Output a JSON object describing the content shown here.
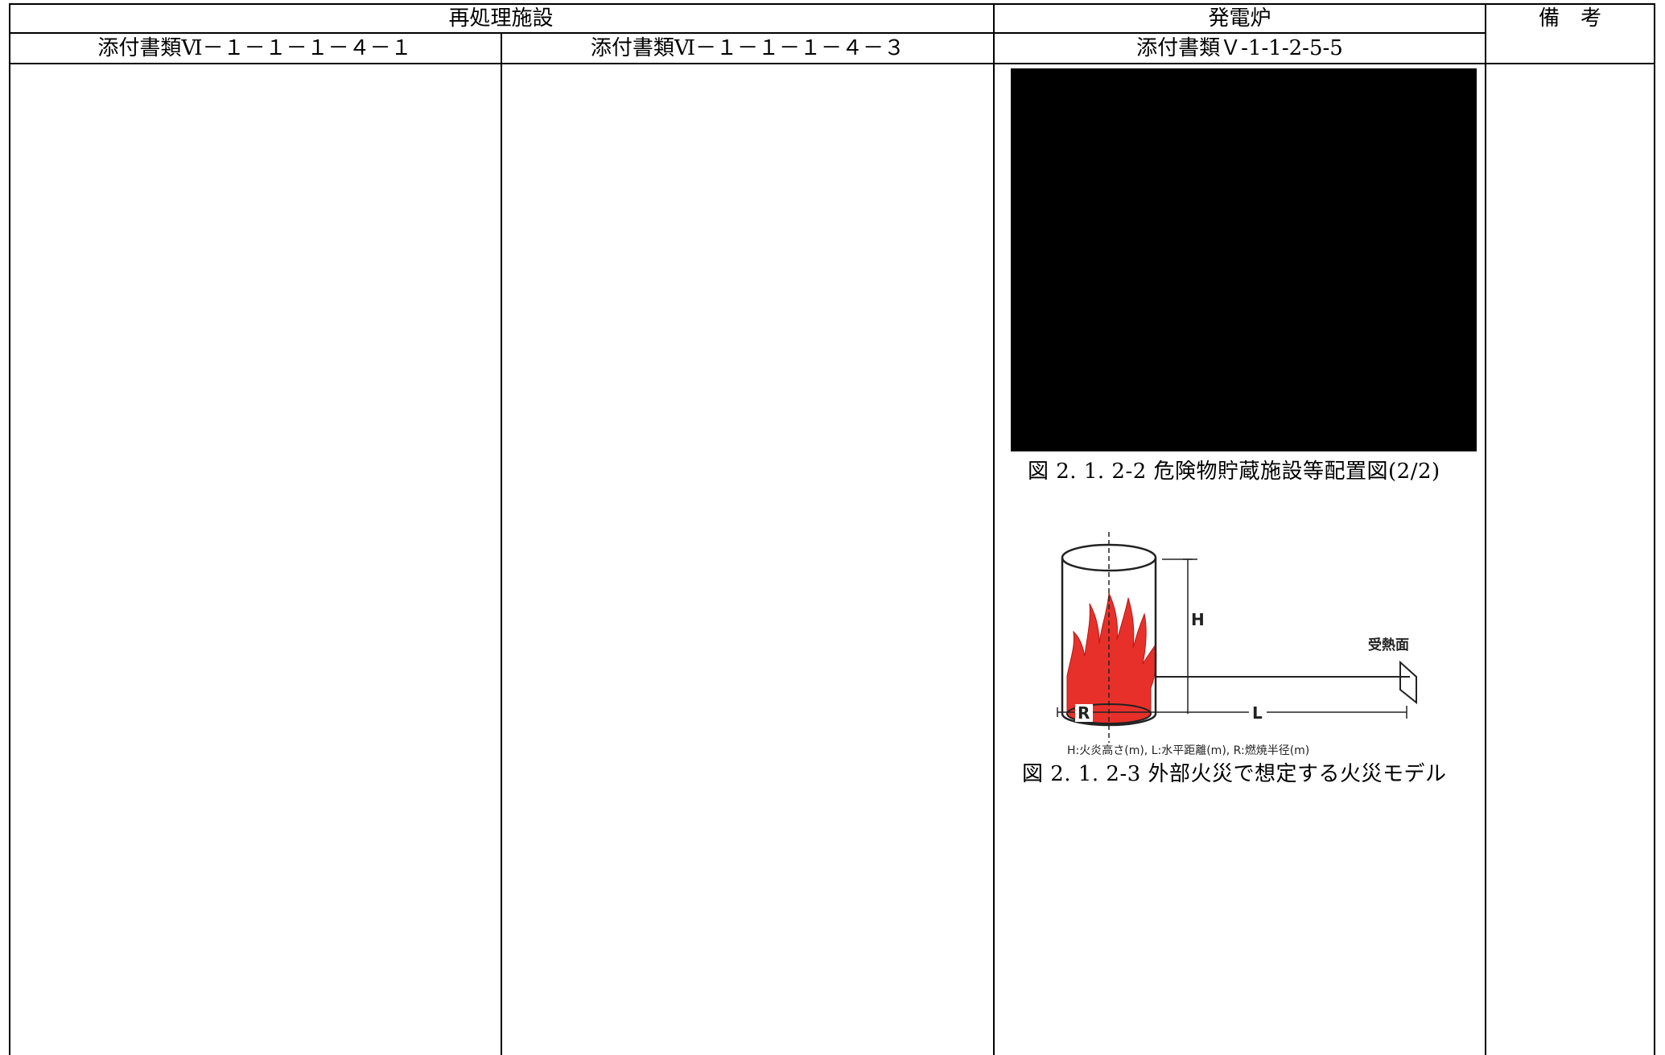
{
  "header": {
    "group_reprocessing": "再処理施設",
    "group_reactor": "発電炉",
    "remarks": "備　考",
    "col1": "添付書類Ⅵ－１－１－１－４－１",
    "col2": "添付書類Ⅵ－１－１－１－４－３",
    "col3": "添付書類Ｖ-1-1-2-5-5"
  },
  "figures": {
    "fig1_caption": "図 2. 1. 2-2  危険物貯蔵施設等配置図(2/2)",
    "fig2_caption": "図 2. 1. 2-3  外部火災で想定する火災モデル",
    "fig2_labels": {
      "h": "H",
      "l": "L",
      "r": "R",
      "receiver": "受熱面",
      "legend": "H:火炎高さ(m), L:水平距離(m), R:燃焼半径(m)"
    }
  }
}
